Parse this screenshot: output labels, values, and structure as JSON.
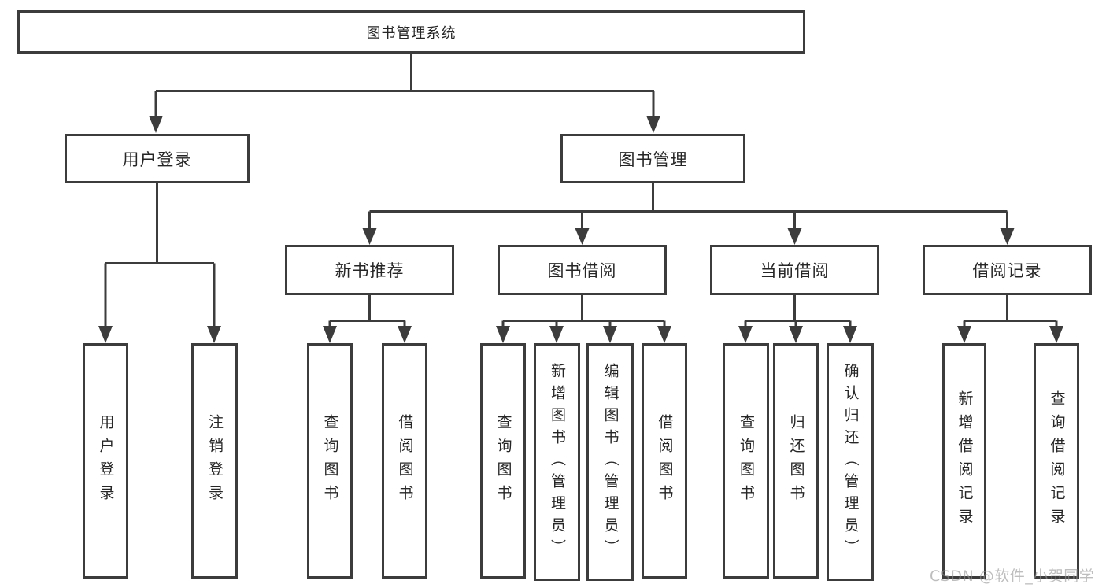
{
  "diagram": {
    "root": {
      "label": "图书管理系统"
    },
    "branches": [
      {
        "label": "用户登录",
        "children": [
          {
            "label": "用户登录"
          },
          {
            "label": "注销登录"
          }
        ]
      },
      {
        "label": "图书管理",
        "children": [
          {
            "label": "新书推荐",
            "children": [
              {
                "label": "查询图书"
              },
              {
                "label": "借阅图书"
              }
            ]
          },
          {
            "label": "图书借阅",
            "children": [
              {
                "label": "查询图书"
              },
              {
                "label": "新增图书（管理员）"
              },
              {
                "label": "编辑图书（管理员）"
              },
              {
                "label": "借阅图书"
              }
            ]
          },
          {
            "label": "当前借阅",
            "children": [
              {
                "label": "查询图书"
              },
              {
                "label": "归还图书"
              },
              {
                "label": "确认归还（管理员）"
              }
            ]
          },
          {
            "label": "借阅记录",
            "children": [
              {
                "label": "新增借阅记录"
              },
              {
                "label": "查询借阅记录"
              }
            ]
          }
        ]
      }
    ]
  },
  "watermark": {
    "text": "CSDN @软件_小贺同学"
  },
  "colors": {
    "line": "#3c3c3c",
    "border": "#3c3c3c",
    "text": "#262626",
    "watermark": "#c0c0c0",
    "background": "#ffffff"
  }
}
